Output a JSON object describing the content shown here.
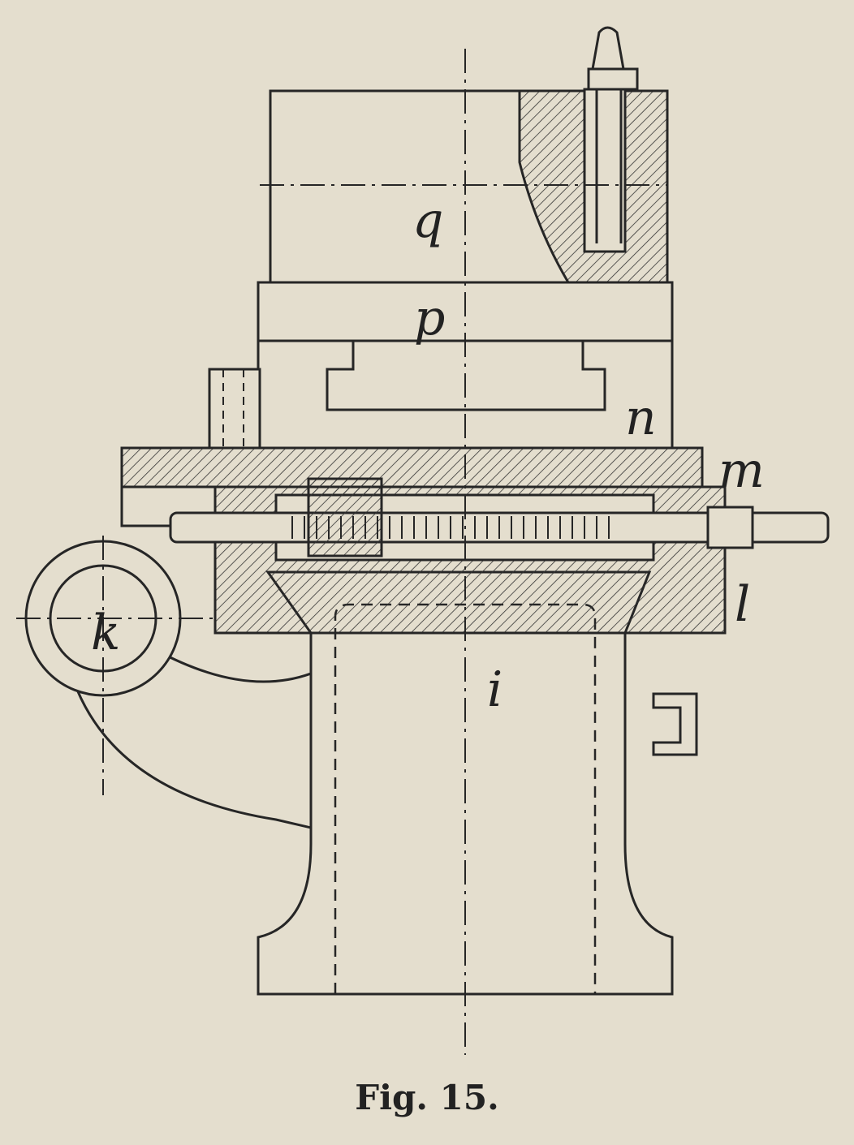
{
  "figure": {
    "caption": "Fig. 15.",
    "labels": {
      "q": "q",
      "p": "p",
      "n": "n",
      "m": "m",
      "l": "l",
      "k": "k",
      "i": "i"
    },
    "colors": {
      "paper": "#e4dece",
      "ink": "#262626"
    }
  }
}
